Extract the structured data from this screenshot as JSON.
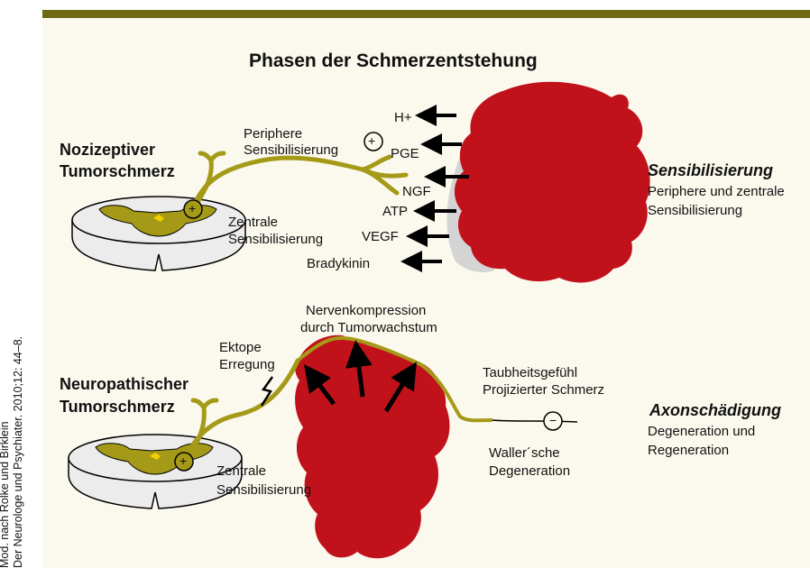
{
  "title": "Phasen der Schmerzentstehung",
  "credit": [
    "Mod. nach Rolke und Birklein",
    "Der Neurologe und Psychiater. 2010;12: 44–8."
  ],
  "colors": {
    "tumor": "#c1121c",
    "nerve": "#a59a18",
    "shadow": "#d4d4d4",
    "bar": "#6f6a12",
    "background": "#fbf9ee"
  },
  "top": {
    "heading": [
      "Nozizeptiver",
      "Tumorschmerz"
    ],
    "peripheral": [
      "Periphere",
      "Sensibilisierung"
    ],
    "central": [
      "Zentrale",
      "Sensibilisierung"
    ],
    "mediators": [
      "H+",
      "PGE",
      "NGF",
      "ATP",
      "VEGF",
      "Bradykinin"
    ],
    "plus_sign": "+",
    "right_title": "Sensibilisierung",
    "right_text": [
      "Periphere und zentrale",
      "Sensibilisierung"
    ]
  },
  "bottom": {
    "heading": [
      "Neuropathischer",
      "Tumorschmerz"
    ],
    "ectopic": [
      "Ektope",
      "Erregung"
    ],
    "compression": [
      "Nervenkompression",
      "durch Tumorwachstum"
    ],
    "numbness": [
      "Taubheitsgefühl",
      "Projizierter Schmerz"
    ],
    "waller": [
      "Waller´sche",
      "Degeneration"
    ],
    "central": [
      "Zentrale",
      "Sensibilisierung"
    ],
    "plus_sign": "+",
    "minus_sign": "−",
    "right_title": "Axonschädigung",
    "right_text": [
      "Degeneration und",
      "Regeneration"
    ]
  }
}
